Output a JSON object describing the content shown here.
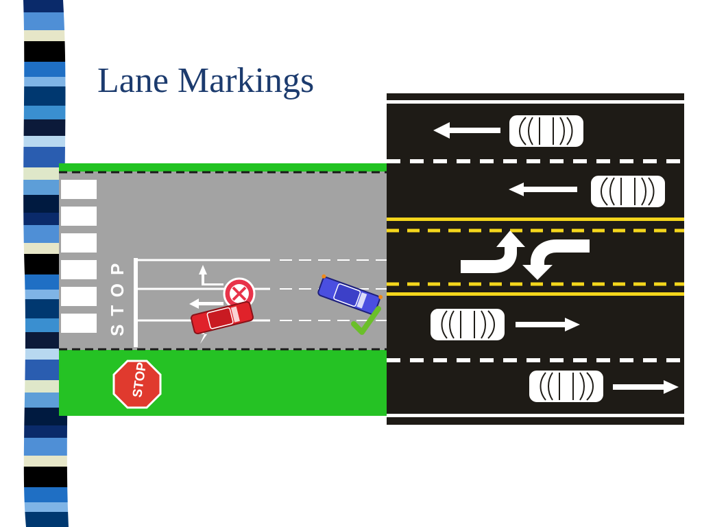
{
  "slide": {
    "title": "Lane Markings"
  },
  "left_illustration": {
    "road_text": "STOP",
    "stop_sign_text": "STOP",
    "icons": [
      "prohibited-icon",
      "checkmark-icon",
      "lane-arrow-icon"
    ],
    "colors": {
      "grass": "#22c322",
      "road": "#a3a3a3",
      "stop_sign": "#e03a2e",
      "red_car": "#e0222a",
      "blue_car": "#4a4fe0",
      "check": "#6bbf2a"
    }
  },
  "right_illustration": {
    "icons": [
      "arrow-left-icon",
      "arrow-right-icon",
      "turn-arrow-icon",
      "car-icon"
    ],
    "colors": {
      "road": "#1e1b16",
      "white_line": "#ffffff",
      "yellow_line": "#f4d61c"
    }
  }
}
